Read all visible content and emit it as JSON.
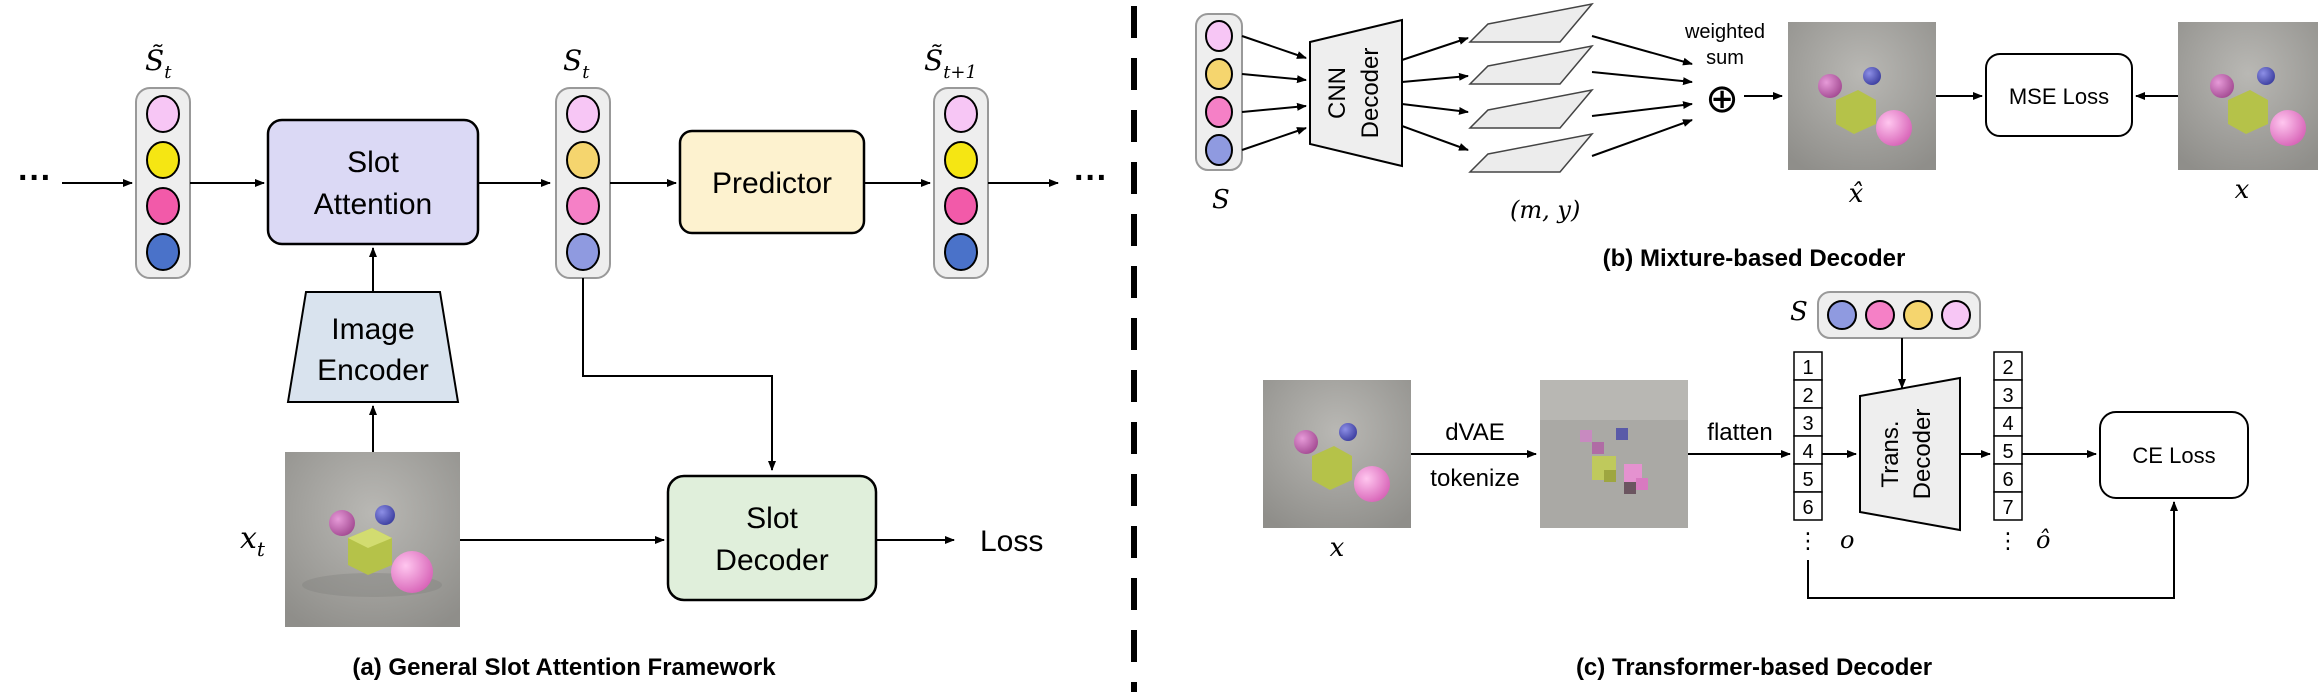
{
  "panel_a": {
    "caption": "(a) General Slot Attention Framework",
    "ellipsis_left": "···",
    "ellipsis_right": "···",
    "slots_tilde_t": "S̃",
    "slots_tilde_t_sub": "t",
    "slots_t": "S",
    "slots_t_sub": "t",
    "slots_tilde_t1": "S̃",
    "slots_tilde_t1_sub": "t+1",
    "slot_attention": [
      "Slot",
      "Attention"
    ],
    "image_encoder": [
      "Image",
      "Encoder"
    ],
    "predictor": "Predictor",
    "slot_decoder": [
      "Slot",
      "Decoder"
    ],
    "input_label": "x",
    "input_label_sub": "t",
    "loss": "Loss",
    "slot_colors_a": [
      "#f7c6f5",
      "#f5e613",
      "#f25aa9",
      "#4a72c9"
    ],
    "slot_colors_b": [
      "#f7c6f5",
      "#f5d56e",
      "#f580c6",
      "#8f9ae0"
    ],
    "slot_colors_c": [
      "#f7c6f5",
      "#f5e613",
      "#f25aa9",
      "#4a72c9"
    ]
  },
  "panel_b": {
    "caption": "(b) Mixture-based Decoder",
    "slots_label": "S",
    "cnn_decoder": [
      "CNN",
      "Decoder"
    ],
    "masks_label": "(m, y)",
    "weighted_sum": [
      "weighted",
      "sum"
    ],
    "plus": "⊕",
    "recon_label": "x̂",
    "mse_loss": "MSE Loss",
    "target_label": "x",
    "slot_colors": [
      "#f7c6f5",
      "#f5d56e",
      "#f580c6",
      "#8f9ae0"
    ]
  },
  "panel_c": {
    "caption": "(c) Transformer-based Decoder",
    "slots_label": "S",
    "slot_colors": [
      "#8f9ae0",
      "#f580c6",
      "#f5d56e",
      "#f7c6f5"
    ],
    "image_label": "x",
    "dvae": "dVAE",
    "tokenize": "tokenize",
    "flatten": "flatten",
    "tokens_in": [
      "1",
      "2",
      "3",
      "4",
      "5",
      "6"
    ],
    "tokens_in_dots": "⋮",
    "tokens_in_label": "o",
    "trans_decoder": [
      "Trans.",
      "Decoder"
    ],
    "tokens_out": [
      "2",
      "3",
      "4",
      "5",
      "6",
      "7"
    ],
    "tokens_out_dots": "⋮",
    "tokens_out_label": "ô",
    "ce_loss": "CE Loss"
  }
}
